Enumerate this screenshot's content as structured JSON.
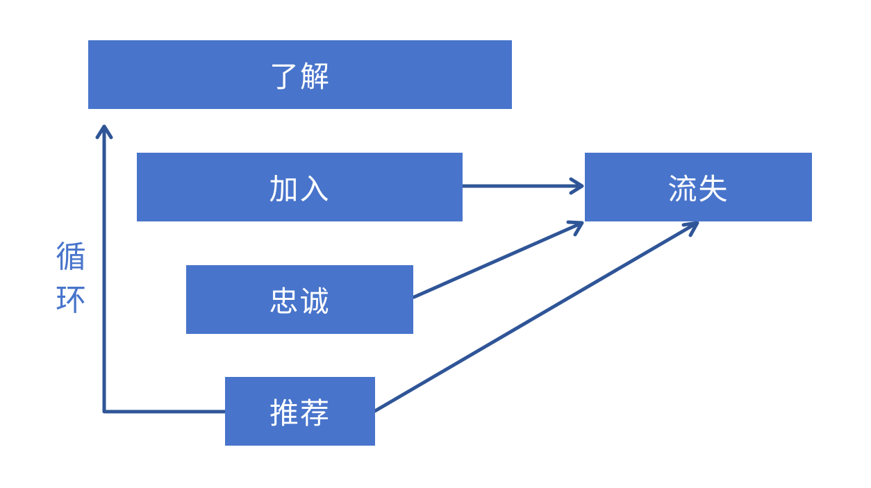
{
  "nodes": {
    "liaojie": "了解",
    "jiaru": "加入",
    "liushi": "流失",
    "zhongcheng": "忠诚",
    "tuijian": "推荐"
  },
  "cycle_label": [
    "循",
    "环"
  ],
  "colors": {
    "box": "#4874cb",
    "arrow": "#2f5597",
    "label": "#4874cb",
    "text": "#ffffff"
  },
  "edges": [
    {
      "from": "jiaru",
      "to": "liushi"
    },
    {
      "from": "zhongcheng",
      "to": "liushi"
    },
    {
      "from": "tuijian",
      "to": "liushi"
    },
    {
      "from": "tuijian",
      "to": "liaojie",
      "label": "循环"
    }
  ]
}
